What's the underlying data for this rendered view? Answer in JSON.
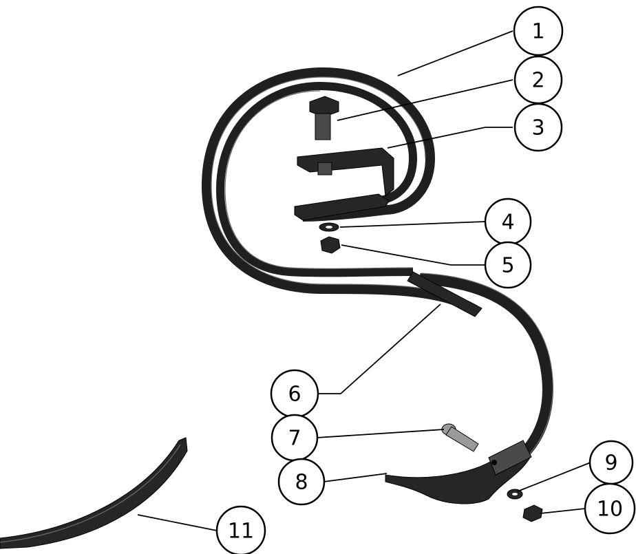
{
  "callouts": [
    {
      "id": "1",
      "label": "1"
    },
    {
      "id": "2",
      "label": "2"
    },
    {
      "id": "3",
      "label": "3"
    },
    {
      "id": "4",
      "label": "4"
    },
    {
      "id": "5",
      "label": "5"
    },
    {
      "id": "6",
      "label": "6"
    },
    {
      "id": "7",
      "label": "7"
    },
    {
      "id": "8",
      "label": "8"
    },
    {
      "id": "9",
      "label": "9"
    },
    {
      "id": "10",
      "label": "10"
    },
    {
      "id": "11",
      "label": "11"
    }
  ],
  "colors": {
    "part": "#262626",
    "line": "#000000",
    "background": "#ffffff"
  }
}
